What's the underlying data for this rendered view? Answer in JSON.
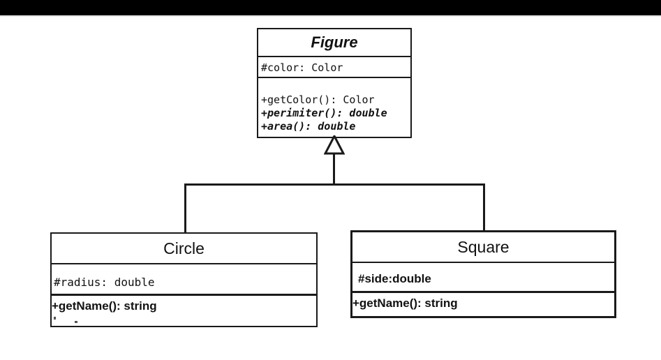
{
  "diagram": {
    "type": "uml-class-diagram",
    "relationship": "generalization",
    "classes": [
      {
        "id": "figure",
        "name": "Figure",
        "abstract": true,
        "attributes": [
          {
            "text": "#color: Color",
            "visibility": "protected",
            "abstract": false
          }
        ],
        "operations": [
          {
            "text": "+getColor(): Color",
            "visibility": "public",
            "abstract": false
          },
          {
            "text": "+perimiter(): double",
            "visibility": "public",
            "abstract": true
          },
          {
            "text": "+area(): double",
            "visibility": "public",
            "abstract": true
          }
        ]
      },
      {
        "id": "circle",
        "name": "Circle",
        "abstract": false,
        "attributes": [
          {
            "text": "#radius: double",
            "visibility": "protected",
            "abstract": false
          }
        ],
        "operations": [
          {
            "text": "+getName(): string",
            "visibility": "public",
            "abstract": false
          }
        ]
      },
      {
        "id": "square",
        "name": "Square",
        "abstract": false,
        "attributes": [
          {
            "text": "#side:double",
            "visibility": "protected",
            "abstract": false
          }
        ],
        "operations": [
          {
            "text": "+getName(): string",
            "visibility": "public",
            "abstract": false
          }
        ]
      }
    ],
    "generalizations": [
      {
        "from": "circle",
        "to": "figure",
        "arrowhead": "hollow-triangle"
      },
      {
        "from": "square",
        "to": "figure",
        "arrowhead": "hollow-triangle"
      }
    ],
    "colors": {
      "line": "#1a1a1a",
      "text": "#111111",
      "background": "#ffffff",
      "letterbox": "#000000"
    }
  }
}
